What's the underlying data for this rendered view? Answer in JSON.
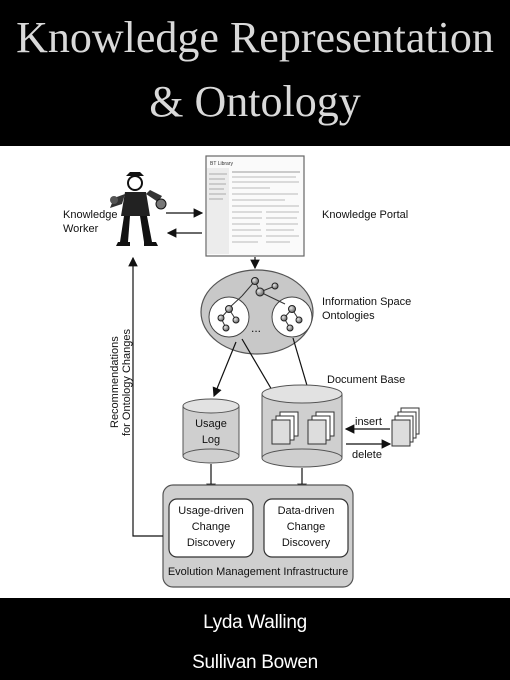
{
  "cover": {
    "title_line1": "Knowledge Representation",
    "title_line2": "& Ontology",
    "author1": "Lyda Walling",
    "author2": "Sullivan Bowen"
  },
  "diagram": {
    "knowledge_worker": [
      "Knowledge",
      "Worker"
    ],
    "knowledge_portal": "Knowledge Portal",
    "information_space": [
      "Information Space",
      "Ontologies"
    ],
    "ellipsis": "...",
    "document_base": "Document Base",
    "usage_log": [
      "Usage",
      "Log"
    ],
    "insert": "insert",
    "delete": "delete",
    "recommendations": [
      "Recommendations",
      "for Ontology Changes"
    ],
    "usage_driven": [
      "Usage-driven",
      "Change",
      "Discovery"
    ],
    "data_driven": [
      "Data-driven",
      "Change",
      "Discovery"
    ],
    "evolution_infra": "Evolution Management Infrastructure",
    "portal_header": "BT Library"
  }
}
